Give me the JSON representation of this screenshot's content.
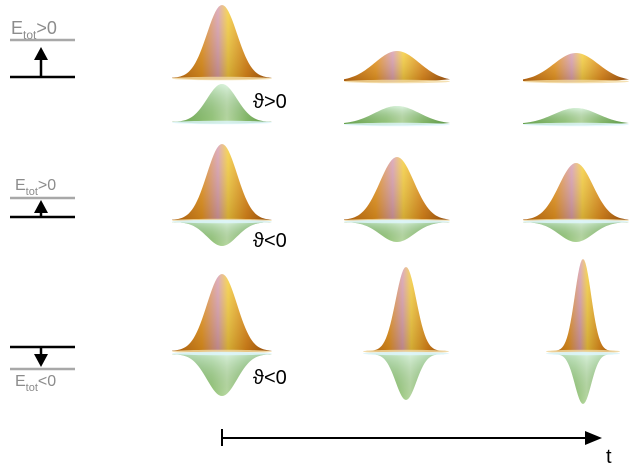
{
  "energy_labels": {
    "row1": {
      "main": "E",
      "sub": "tot",
      "rel": ">0"
    },
    "row2": {
      "main": "E",
      "sub": "tot",
      "rel": ">0"
    },
    "row3": {
      "main": "E",
      "sub": "tot",
      "rel": "<0"
    }
  },
  "theta_labels": {
    "row1": "ϑ>0",
    "row2": "ϑ<0",
    "row3": "ϑ<0"
  },
  "time_axis": {
    "label": "t"
  },
  "colors": {
    "orange_surface": "#d9861c",
    "orange_highlight": "#f4c23a",
    "pink_highlight": "#d9a0b0",
    "green_surface": "#8cc46a",
    "green_highlight": "#d7f0c0",
    "gray_level": "#a8a8a8",
    "black": "#000000"
  }
}
